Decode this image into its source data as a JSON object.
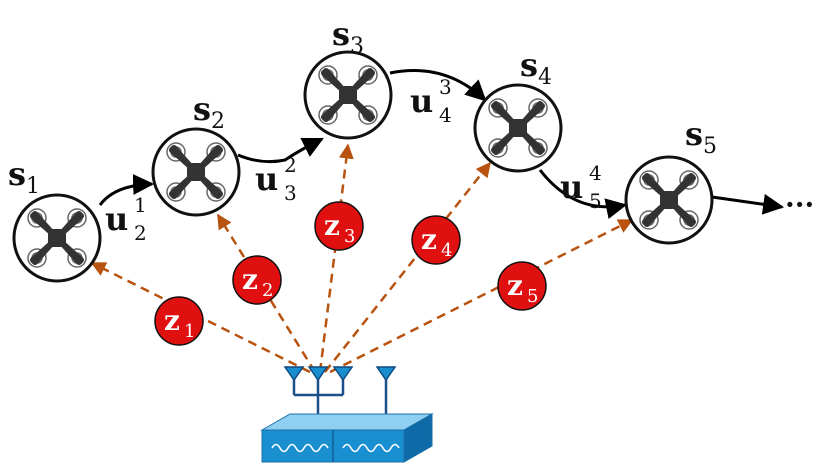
{
  "states": [
    {
      "name": "s",
      "index": "1"
    },
    {
      "name": "s",
      "index": "2"
    },
    {
      "name": "s",
      "index": "3"
    },
    {
      "name": "s",
      "index": "4"
    },
    {
      "name": "s",
      "index": "5"
    }
  ],
  "controls": [
    {
      "name": "u",
      "sub": "2",
      "sup": "1"
    },
    {
      "name": "u",
      "sub": "3",
      "sup": "2"
    },
    {
      "name": "u",
      "sub": "4",
      "sup": "3"
    },
    {
      "name": "u",
      "sub": "5",
      "sup": "4"
    }
  ],
  "measurements": [
    {
      "name": "z",
      "index": "1"
    },
    {
      "name": "z",
      "index": "2"
    },
    {
      "name": "z",
      "index": "3"
    },
    {
      "name": "z",
      "index": "4"
    },
    {
      "name": "z",
      "index": "5"
    }
  ],
  "continuation": "···",
  "colors": {
    "measurement_node": "#e01010",
    "measurement_arrow": "#b8520f",
    "trajectory": "#000000",
    "drone_body": "#333333",
    "base_station": "#1a8fd0"
  }
}
